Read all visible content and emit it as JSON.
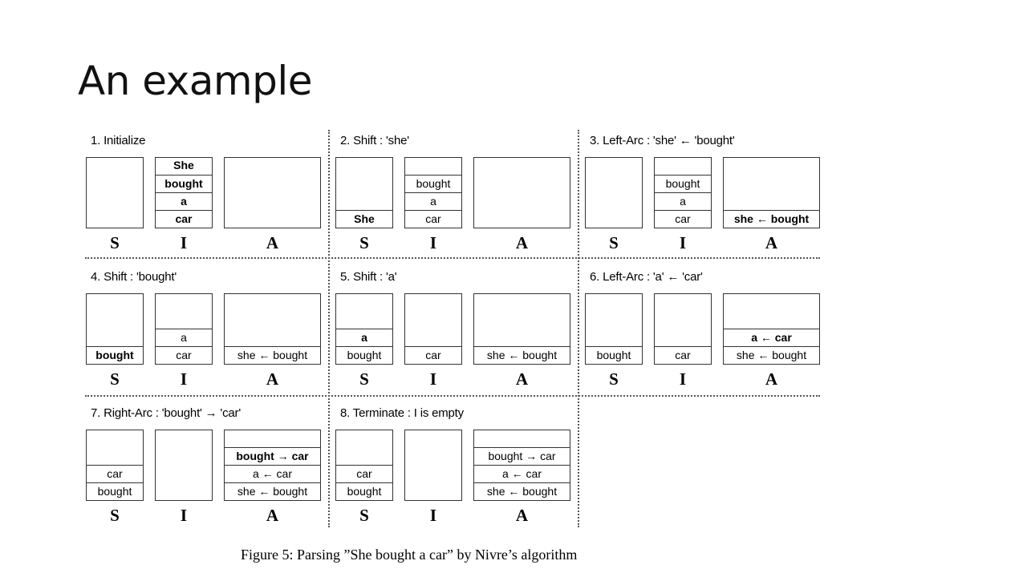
{
  "slide": {
    "title": "An example"
  },
  "caption": "Figure 5:  Parsing ”She bought a car” by Nivre’s algorithm",
  "labels": {
    "s": "S",
    "i": "I",
    "a": "A"
  },
  "steps": [
    {
      "title": "1. Initialize",
      "s": [],
      "i": [
        "She",
        "bought",
        "a",
        "car"
      ],
      "a": []
    },
    {
      "title": "2. Shift : 'she'",
      "s": [
        "She"
      ],
      "i": [
        "bought",
        "a",
        "car"
      ],
      "a": []
    },
    {
      "title": "3. Left-Arc : 'she' ← 'bought'",
      "s": [],
      "i": [
        "bought",
        "a",
        "car"
      ],
      "a": [
        "she ← bought"
      ]
    },
    {
      "title": "4. Shift : 'bought'",
      "s": [
        "bought"
      ],
      "i": [
        "a",
        "car"
      ],
      "a": [
        "she ← bought"
      ]
    },
    {
      "title": "5. Shift : 'a'",
      "s": [
        "a",
        "bought"
      ],
      "i": [
        "car"
      ],
      "a": [
        "she ← bought"
      ]
    },
    {
      "title": "6. Left-Arc : 'a' ← 'car'",
      "s": [
        "bought"
      ],
      "i": [
        "car"
      ],
      "a": [
        "a ← car",
        "she ← bought"
      ]
    },
    {
      "title": "7. Right-Arc : 'bought' → 'car'",
      "s": [
        "car",
        "bought"
      ],
      "i": [],
      "a": [
        "bought → car",
        "a ← car",
        "she ← bought"
      ]
    },
    {
      "title": "8. Terminate : I is empty",
      "s": [
        "car",
        "bought"
      ],
      "i": [],
      "a": [
        "bought → car",
        "a ← car",
        "she ← bought"
      ]
    }
  ]
}
